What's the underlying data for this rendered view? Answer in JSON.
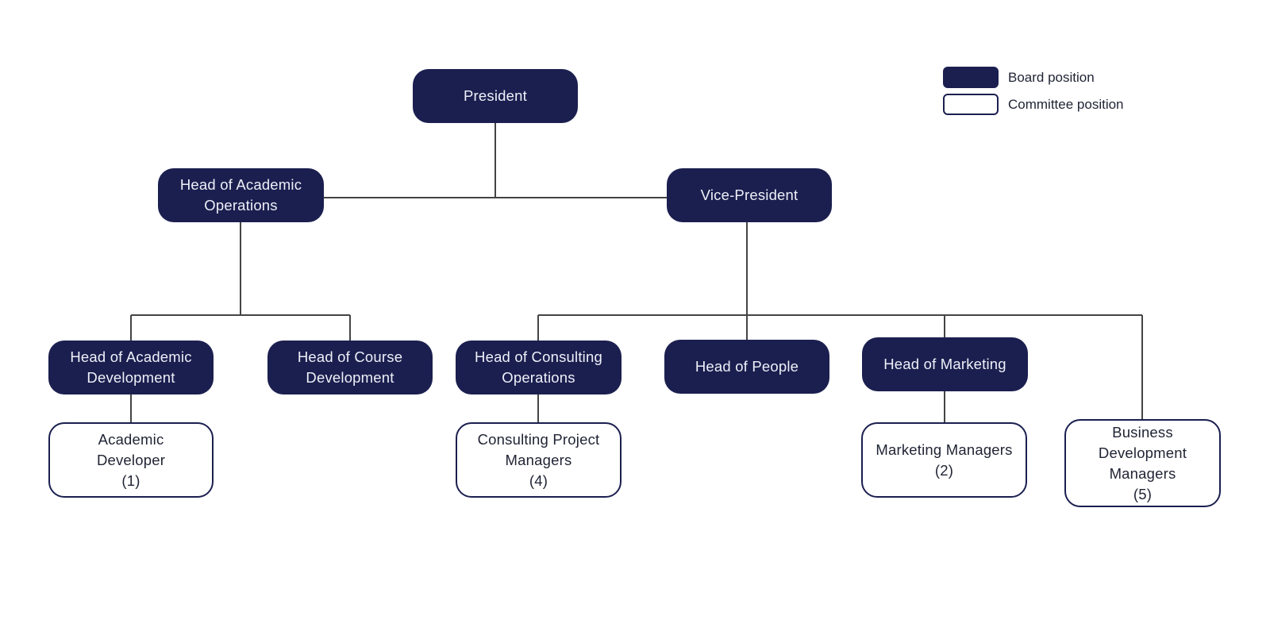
{
  "legend": {
    "board": "Board position",
    "committee": "Committee position"
  },
  "nodes": {
    "president": "President",
    "head_academic_operations": "Head of Academic\nOperations",
    "vice_president": "Vice-President",
    "head_academic_development": "Head of Academic\nDevelopment",
    "head_course_development": "Head of Course\nDevelopment",
    "head_consulting_operations": "Head of Consulting\nOperations",
    "head_people": "Head of People",
    "head_marketing": "Head of Marketing",
    "academic_developer": "Academic\nDeveloper\n(1)",
    "consulting_project_managers": "Consulting Project\nManagers\n(4)",
    "marketing_managers": "Marketing Managers\n(2)",
    "business_development_managers": "Business\nDevelopment\nManagers\n(5)"
  },
  "colors": {
    "board_fill": "#1b1f4f",
    "committee_border": "#1b1f4f",
    "connector": "#444444"
  }
}
